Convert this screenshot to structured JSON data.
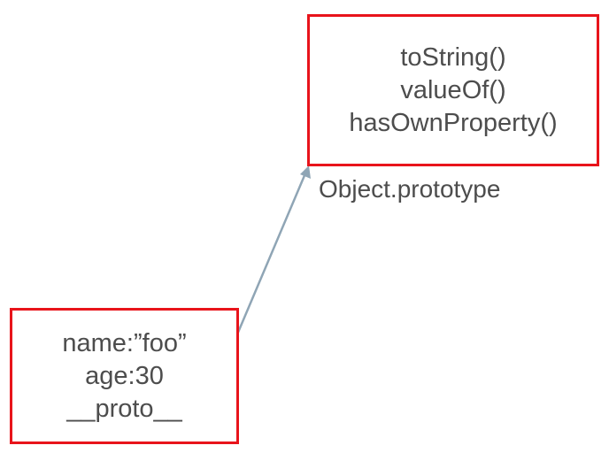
{
  "prototype_box": {
    "lines": [
      "toString()",
      "valueOf()",
      "hasOwnProperty()"
    ],
    "caption": "Object.prototype"
  },
  "object_box": {
    "lines": [
      "name:”foo”",
      "age:30",
      "__proto__"
    ]
  },
  "colors": {
    "box_border": "#e8141b",
    "text": "#4d4d4d",
    "arrow": "#8fa5b5"
  }
}
